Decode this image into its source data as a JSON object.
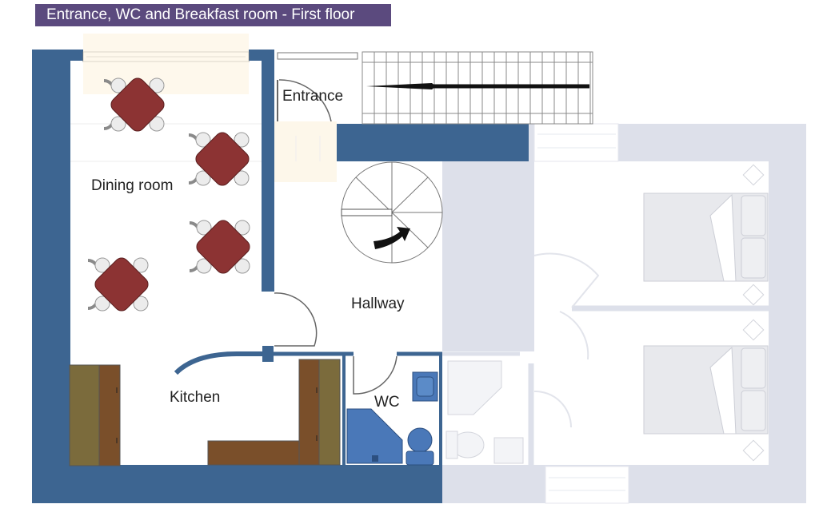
{
  "title": "Entrance, WC and Breakfast room - First floor",
  "rooms": {
    "entrance": "Entrance",
    "dining_room": "Dining room",
    "hallway": "Hallway",
    "kitchen": "Kitchen",
    "wc": "WC"
  },
  "colors": {
    "title_bg": "#5b4a7e",
    "wall": "#3d6591",
    "faded_wall": "#d9dce6",
    "table": "#8c3333",
    "counter": "#7a4f2a",
    "counter_top": "#7b6b3c",
    "fixture": "#4a78b8"
  }
}
